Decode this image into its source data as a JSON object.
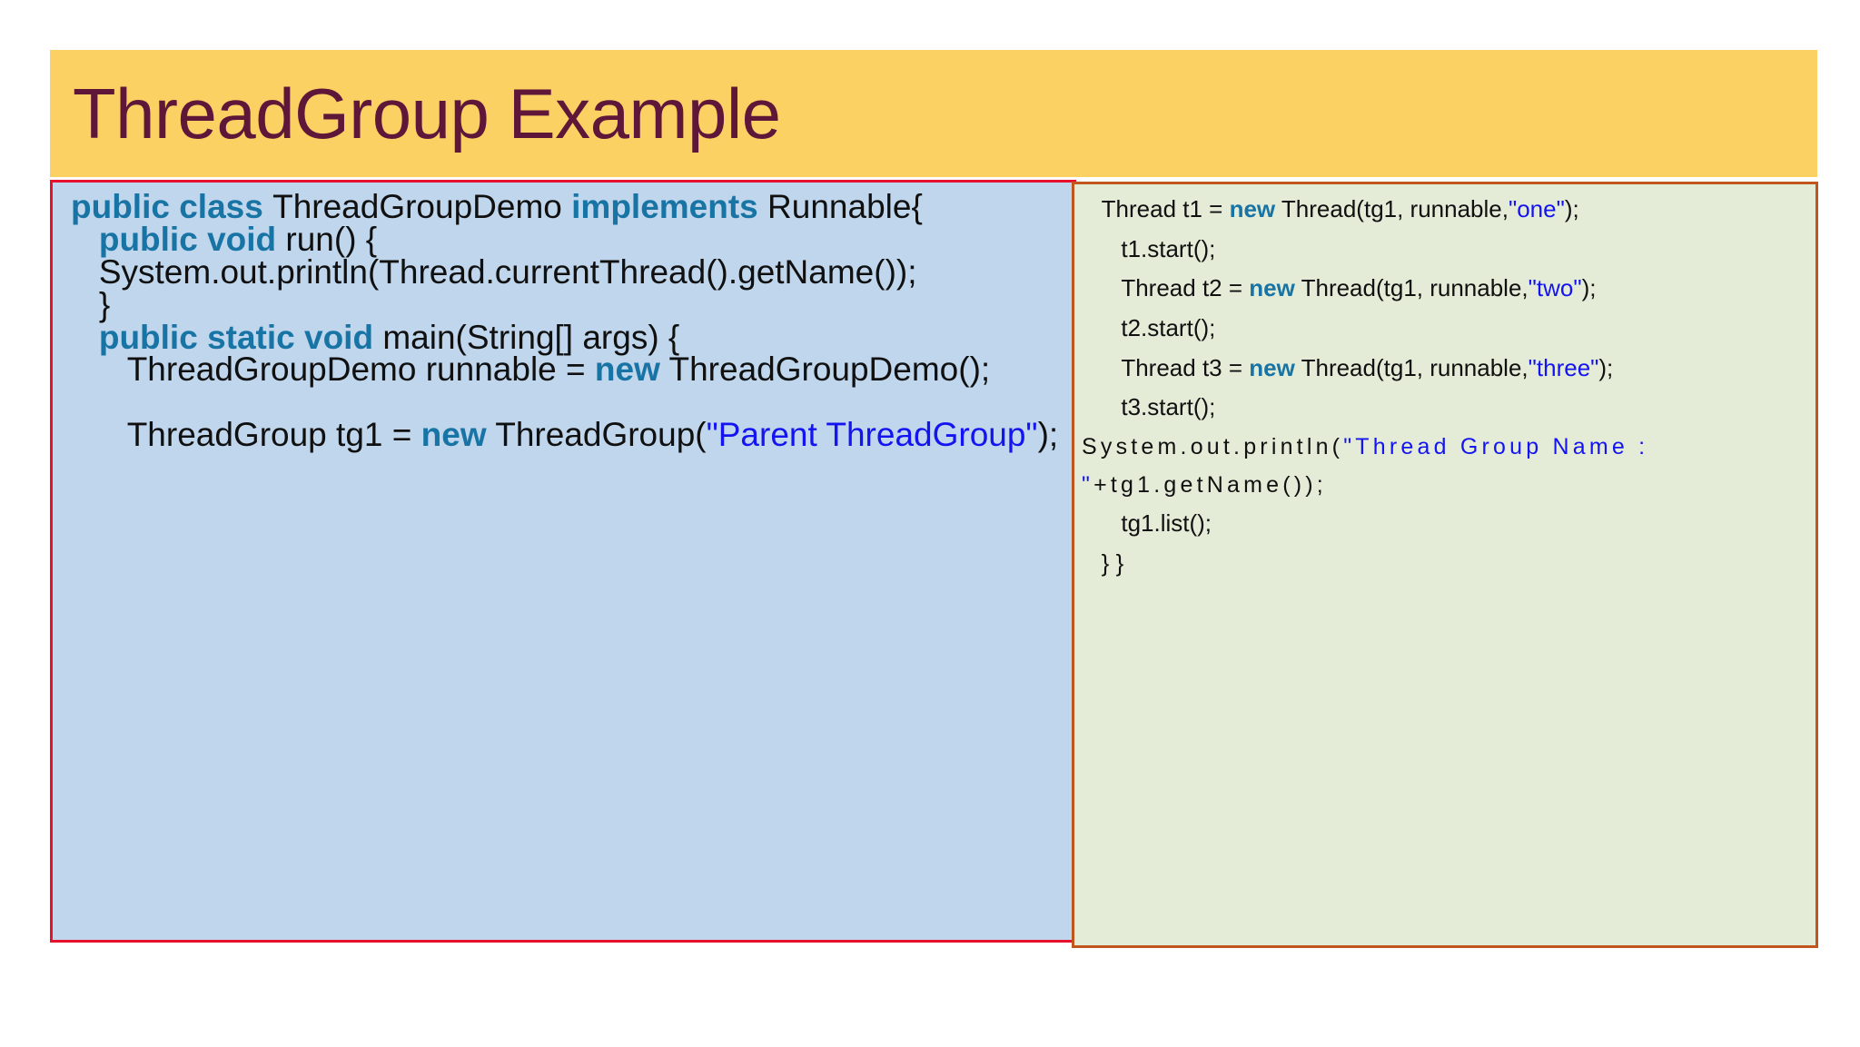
{
  "slide": {
    "title": "ThreadGroup Example",
    "title_bg": "#fcd164",
    "title_color": "#5f1739",
    "background": "#ffffff"
  },
  "colors": {
    "keyword": "#1874a4",
    "string": "#1414f0",
    "text": "#101010",
    "left_panel_bg": "#bfd6ec",
    "left_panel_border": "#e8112d",
    "right_panel_bg": "#e4ecd8",
    "right_panel_border": "#c0561e"
  },
  "left_panel": {
    "name": "java-source-part-1",
    "lines": [
      {
        "segments": [
          {
            "t": "public class ",
            "k": "kw"
          },
          {
            "t": "ThreadGroupDemo ",
            "k": "plain"
          },
          {
            "t": "implements",
            "k": "kw"
          },
          {
            "t": " Runnable{",
            "k": "plain"
          }
        ]
      },
      {
        "indent": 1,
        "segments": [
          {
            "t": "public void ",
            "k": "kw"
          },
          {
            "t": "run() {",
            "k": "plain"
          }
        ]
      },
      {
        "indent": 1,
        "segments": [
          {
            "t": "System.out.println(Thread.currentThread().getName());",
            "k": "plain"
          }
        ]
      },
      {
        "indent": 1,
        "segments": [
          {
            "t": "}",
            "k": "plain"
          }
        ]
      },
      {
        "indent": 1,
        "segments": [
          {
            "t": "public static void ",
            "k": "kw"
          },
          {
            "t": "main(String[] args) {",
            "k": "plain"
          }
        ]
      },
      {
        "indent": 2,
        "segments": [
          {
            "t": "ThreadGroupDemo runnable = ",
            "k": "plain"
          },
          {
            "t": "new",
            "k": "kw"
          },
          {
            "t": " ThreadGroupDemo();",
            "k": "plain"
          }
        ]
      },
      {
        "segments": [
          {
            "t": "",
            "k": "plain"
          }
        ]
      },
      {
        "indent": 2,
        "segments": [
          {
            "t": "ThreadGroup tg1 = ",
            "k": "plain"
          },
          {
            "t": "new",
            "k": "kw"
          },
          {
            "t": " ThreadGroup(",
            "k": "plain"
          },
          {
            "t": "\"Parent ThreadGroup\"",
            "k": "str"
          },
          {
            "t": ");",
            "k": "plain"
          }
        ]
      }
    ]
  },
  "right_panel": {
    "name": "java-source-part-2",
    "lines": [
      {
        "indent": 1,
        "segments": [
          {
            "t": "Thread t1 = ",
            "k": "plain"
          },
          {
            "t": "new",
            "k": "kw"
          },
          {
            "t": " Thread(tg1, runnable,",
            "k": "plain"
          },
          {
            "t": "\"one\"",
            "k": "str"
          },
          {
            "t": ");",
            "k": "plain"
          }
        ]
      },
      {
        "indent": 2,
        "segments": [
          {
            "t": "t1.start();",
            "k": "plain"
          }
        ]
      },
      {
        "indent": 2,
        "segments": [
          {
            "t": "Thread t2 = ",
            "k": "plain"
          },
          {
            "t": "new",
            "k": "kw"
          },
          {
            "t": " Thread(tg1, runnable,",
            "k": "plain"
          },
          {
            "t": "\"two\"",
            "k": "str"
          },
          {
            "t": ");",
            "k": "plain"
          }
        ]
      },
      {
        "indent": 2,
        "segments": [
          {
            "t": "t2.start();",
            "k": "plain"
          }
        ]
      },
      {
        "indent": 2,
        "segments": [
          {
            "t": "Thread t3 = ",
            "k": "plain"
          },
          {
            "t": "new",
            "k": "kw"
          },
          {
            "t": " Thread(tg1, runnable,",
            "k": "plain"
          },
          {
            "t": "\"three\"",
            "k": "str"
          },
          {
            "t": ");",
            "k": "plain"
          }
        ]
      },
      {
        "indent": 2,
        "segments": [
          {
            "t": "t3.start();",
            "k": "plain"
          }
        ]
      },
      {
        "wide": true,
        "segments": [
          {
            "t": "System.out.println(",
            "k": "plain"
          },
          {
            "t": "\"Thread Group Name : \"",
            "k": "str"
          },
          {
            "t": "+tg1.getName());",
            "k": "plain"
          }
        ]
      },
      {
        "indent": 2,
        "segments": [
          {
            "t": "tg1.list();",
            "k": "plain"
          }
        ]
      },
      {
        "indent": 1,
        "segments": [
          {
            "t": "}   }",
            "k": "plain"
          }
        ]
      }
    ]
  }
}
